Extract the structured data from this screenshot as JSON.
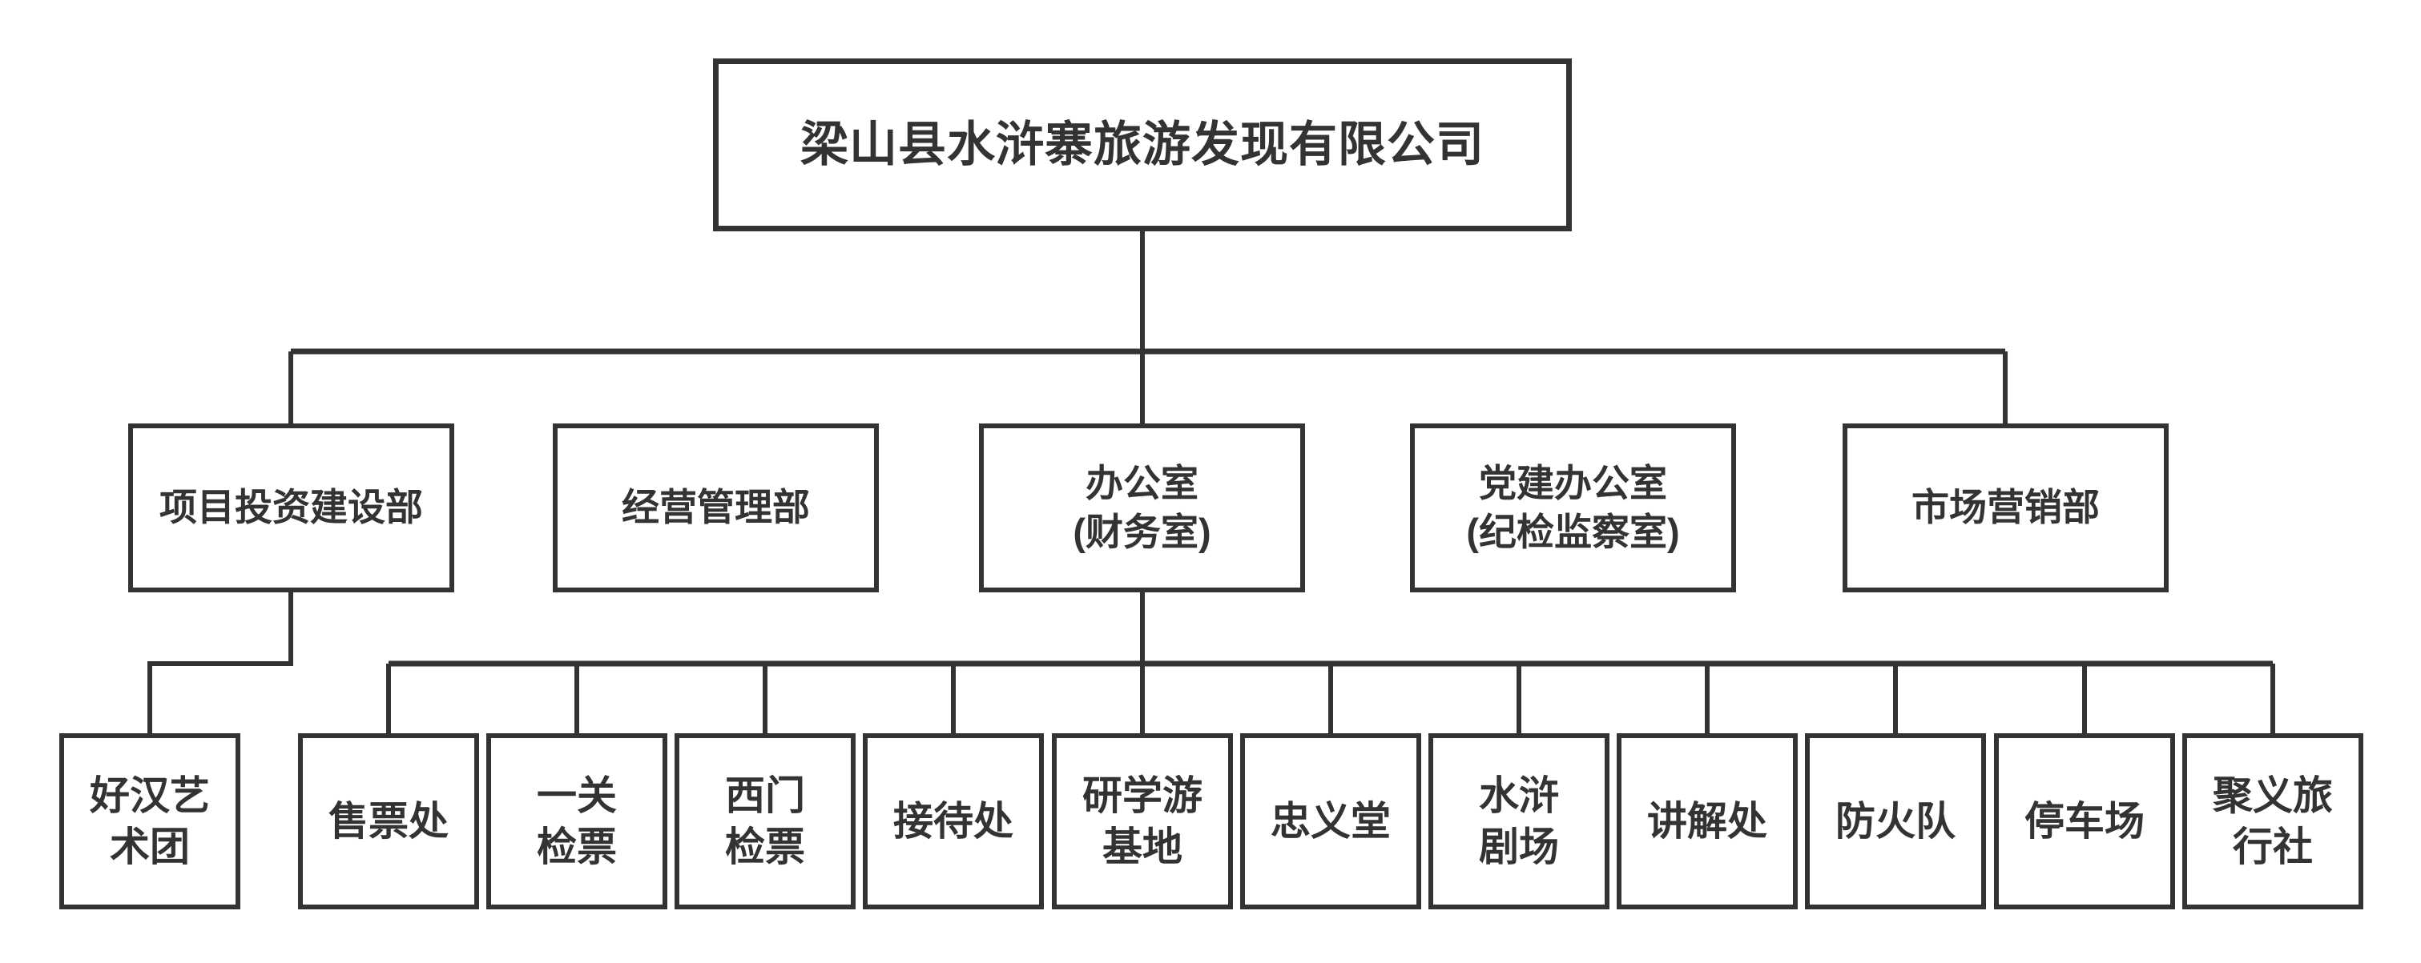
{
  "page": {
    "background_color": "#ffffff",
    "line_color": "#333333",
    "text_color": "#333333"
  },
  "org_chart": {
    "root": {
      "label": "梁山县水浒寨旅游发现有限公司"
    },
    "level2": [
      {
        "label": "项目投资建设部",
        "parent": "梁山县水浒寨旅游发现有限公司"
      },
      {
        "label": "经营管理部",
        "parent": "梁山县水浒寨旅游发现有限公司"
      },
      {
        "label": "办公室\n(财务室)",
        "parent": "梁山县水浒寨旅游发现有限公司"
      },
      {
        "label": "党建办公室\n(纪检监察室)",
        "parent": "梁山县水浒寨旅游发现有限公司"
      },
      {
        "label": "市场营销部",
        "parent": "梁山县水浒寨旅游发现有限公司"
      }
    ],
    "level3": [
      {
        "label": "好汉艺\n术团",
        "parent": "项目投资建设部"
      },
      {
        "label": "售票处",
        "parent": "办公室(财务室)"
      },
      {
        "label": "一关\n检票",
        "parent": "办公室(财务室)"
      },
      {
        "label": "西门\n检票",
        "parent": "办公室(财务室)"
      },
      {
        "label": "接待处",
        "parent": "办公室(财务室)"
      },
      {
        "label": "研学游\n基地",
        "parent": "办公室(财务室)"
      },
      {
        "label": "忠义堂",
        "parent": "办公室(财务室)"
      },
      {
        "label": "水浒\n剧场",
        "parent": "办公室(财务室)"
      },
      {
        "label": "讲解处",
        "parent": "办公室(财务室)"
      },
      {
        "label": "防火队",
        "parent": "办公室(财务室)"
      },
      {
        "label": "停车场",
        "parent": "办公室(财务室)"
      },
      {
        "label": "聚义旅\n行社",
        "parent": "办公室(财务室)"
      }
    ]
  }
}
